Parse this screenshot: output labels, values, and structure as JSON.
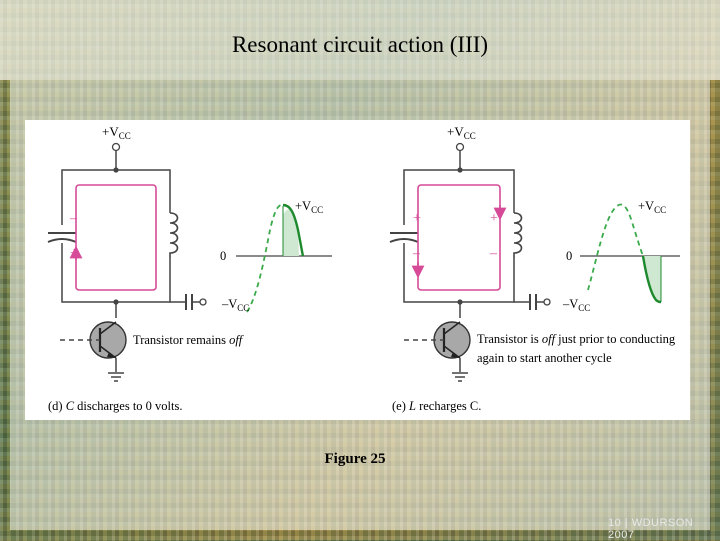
{
  "slide": {
    "title": "Resonant circuit action (III)",
    "figure_caption": "Figure 25",
    "footer": "10 | WDURSON 2007"
  },
  "circuit_d": {
    "supply_label": "+V",
    "supply_sub": "CC",
    "cap_top_sign": "–",
    "cap_bottom_sign": "+",
    "wave_peak_label": "+V",
    "wave_peak_sub": "CC",
    "wave_zero_label": "0",
    "wave_min_label": "–V",
    "wave_min_sub": "CC",
    "transistor_note_prefix": "Transistor remains ",
    "transistor_note_em": "off",
    "panel_caption_prefix": "(d) ",
    "panel_caption_em": "C",
    "panel_caption_suffix": " discharges to 0 volts."
  },
  "circuit_e": {
    "supply_label": "+V",
    "supply_sub": "CC",
    "cap_top_sign": "+",
    "cap_bottom_sign": "–",
    "ind_top_sign": "+",
    "ind_bottom_sign": "–",
    "wave_peak_label": "+V",
    "wave_peak_sub": "CC",
    "wave_zero_label": "0",
    "wave_min_label": "–V",
    "wave_min_sub": "CC",
    "transistor_note_line1_prefix": "Transistor is ",
    "transistor_note_line1_em": "off",
    "transistor_note_line1_suffix": " just prior to conducting",
    "transistor_note_line2": "again to start another cycle",
    "panel_caption_prefix": "(e) ",
    "panel_caption_em": "L",
    "panel_caption_suffix": " recharges C."
  },
  "colors": {
    "circuit_line": "#444444",
    "current_loop": "#d64a98",
    "wave_dashed": "#3aaa4a",
    "wave_solid": "#1e8a2e",
    "wave_fill": "#cfe8d2",
    "transistor_body": "#a8a8a8"
  }
}
